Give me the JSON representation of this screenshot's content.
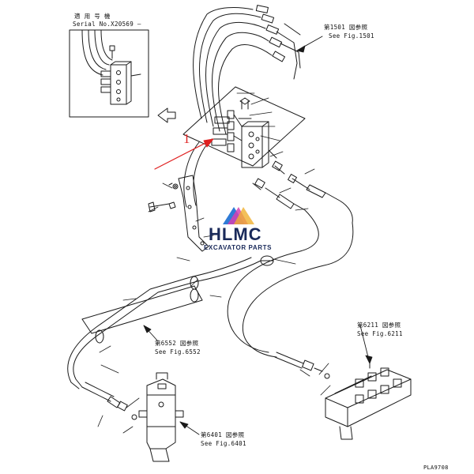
{
  "inset": {
    "line1": "適 用 号 機",
    "line2": "Serial No.X20569 —"
  },
  "callouts": [
    {
      "id": "fig1501",
      "line1": "第1501 図参照",
      "line2": "See Fig.1501"
    },
    {
      "id": "fig6211",
      "line1": "第6211 図参照",
      "line2": "See Fig.6211"
    },
    {
      "id": "fig6552",
      "line1": "第6552 図参照",
      "line2": "See Fig.6552"
    },
    {
      "id": "fig6401",
      "line1": "第6401 図参照",
      "line2": "See Fig.6401"
    }
  ],
  "part_number": "1",
  "watermark": {
    "name": "HLMC",
    "tagline": "EXCAVATOR PARTS"
  },
  "page_code": "PLA9708",
  "colors": {
    "line": "#1a1a1a",
    "pointer": "#e02020",
    "brand": "#1a2a5a"
  }
}
